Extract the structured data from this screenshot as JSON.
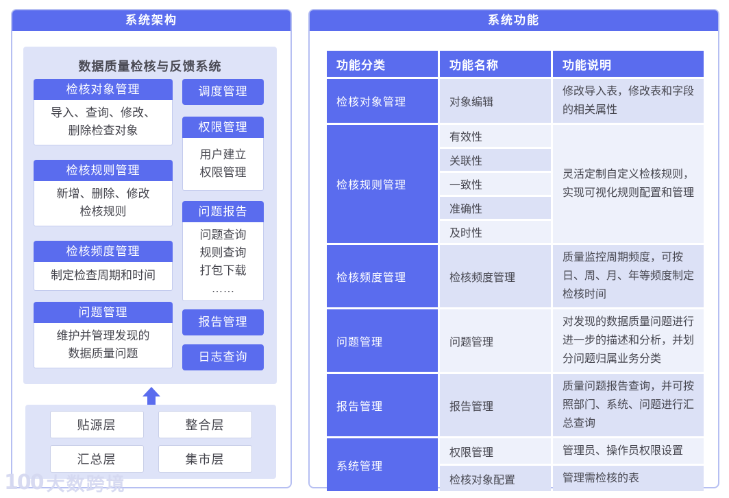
{
  "colors": {
    "accent_blue": "#5a6cee",
    "lavender": "#dee3f8",
    "band_dark": "#dce1f6",
    "band_light": "#eef1fb",
    "panel_border": "#b6bff2"
  },
  "left_panel": {
    "title": "系统架构",
    "system_title": "数据质量检核与反馈系统",
    "main_modules": [
      {
        "title": "检核对象管理",
        "lines": [
          "导入、查询、修改、",
          "删除检查对象"
        ]
      },
      {
        "title": "检核规则管理",
        "lines": [
          "新增、删除、修改",
          "检核规则"
        ]
      },
      {
        "title": "检核频度管理",
        "lines": [
          "制定检查周期和时间"
        ]
      },
      {
        "title": "问题管理",
        "lines": [
          "维护并管理发现的",
          "数据质量问题"
        ]
      }
    ],
    "side_modules": [
      {
        "title": "调度管理"
      },
      {
        "title": "权限管理",
        "lines": [
          "用户建立",
          "权限管理"
        ]
      },
      {
        "title": "问题报告",
        "lines": [
          "问题查询",
          "规则查询",
          "打包下载",
          "……"
        ]
      },
      {
        "title": "报告管理"
      },
      {
        "title": "日志查询"
      }
    ],
    "layers": [
      "贴源层",
      "整合层",
      "汇总层",
      "集市层"
    ]
  },
  "right_panel": {
    "title": "系统功能",
    "table": {
      "headers": [
        "功能分类",
        "功能名称",
        "功能说明"
      ],
      "groups": [
        {
          "category": "检核对象管理",
          "rows": [
            {
              "name": "对象编辑",
              "desc": "修改导入表，修改表和字段的相关属性"
            }
          ]
        },
        {
          "category": "检核规则管理",
          "group_desc": "灵活定制自定义检核规则，实现可视化规则配置和管理",
          "rows": [
            {
              "name": "有效性"
            },
            {
              "name": "关联性"
            },
            {
              "name": "一致性"
            },
            {
              "name": "准确性"
            },
            {
              "name": "及时性"
            }
          ]
        },
        {
          "category": "检核频度管理",
          "rows": [
            {
              "name": "检核频度管理",
              "desc": "质量监控周期频度，可按日、周、月、年等频度制定检核时间"
            }
          ]
        },
        {
          "category": "问题管理",
          "rows": [
            {
              "name": "问题管理",
              "desc": "对发现的数据质量问题进行进一步的描述和分析，并划分问题归属业务分类"
            }
          ]
        },
        {
          "category": "报告管理",
          "rows": [
            {
              "name": "报告管理",
              "desc": "质量问题报告查询，并可按照部门、系统、问题进行汇总查询"
            }
          ]
        },
        {
          "category": "系统管理",
          "rows": [
            {
              "name": "权限管理",
              "desc": "管理员、操作员权限设置"
            },
            {
              "name": "检核对象配置",
              "desc": "管理需检核的表"
            }
          ]
        }
      ]
    }
  },
  "watermark": {
    "logo": "100",
    "text": "大数跨境"
  }
}
